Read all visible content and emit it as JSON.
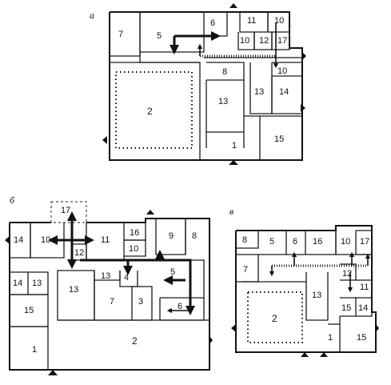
{
  "plans": [
    {
      "letter": "а",
      "rooms": [
        "7",
        "5",
        "6",
        "11",
        "10",
        "10",
        "12",
        "17",
        "8",
        "10",
        "2",
        "13",
        "13",
        "14",
        "1",
        "15"
      ]
    },
    {
      "letter": "б",
      "rooms": [
        "17",
        "14",
        "10",
        "11",
        "16",
        "10",
        "9",
        "8",
        "12",
        "13",
        "4",
        "5",
        "14",
        "13",
        "13",
        "7",
        "3",
        "6",
        "15",
        "1",
        "2"
      ]
    },
    {
      "letter": "в",
      "rooms": [
        "8",
        "5",
        "6",
        "16",
        "10",
        "17",
        "7",
        "12",
        "11",
        "13",
        "15",
        "14",
        "2",
        "1",
        "15"
      ]
    }
  ]
}
